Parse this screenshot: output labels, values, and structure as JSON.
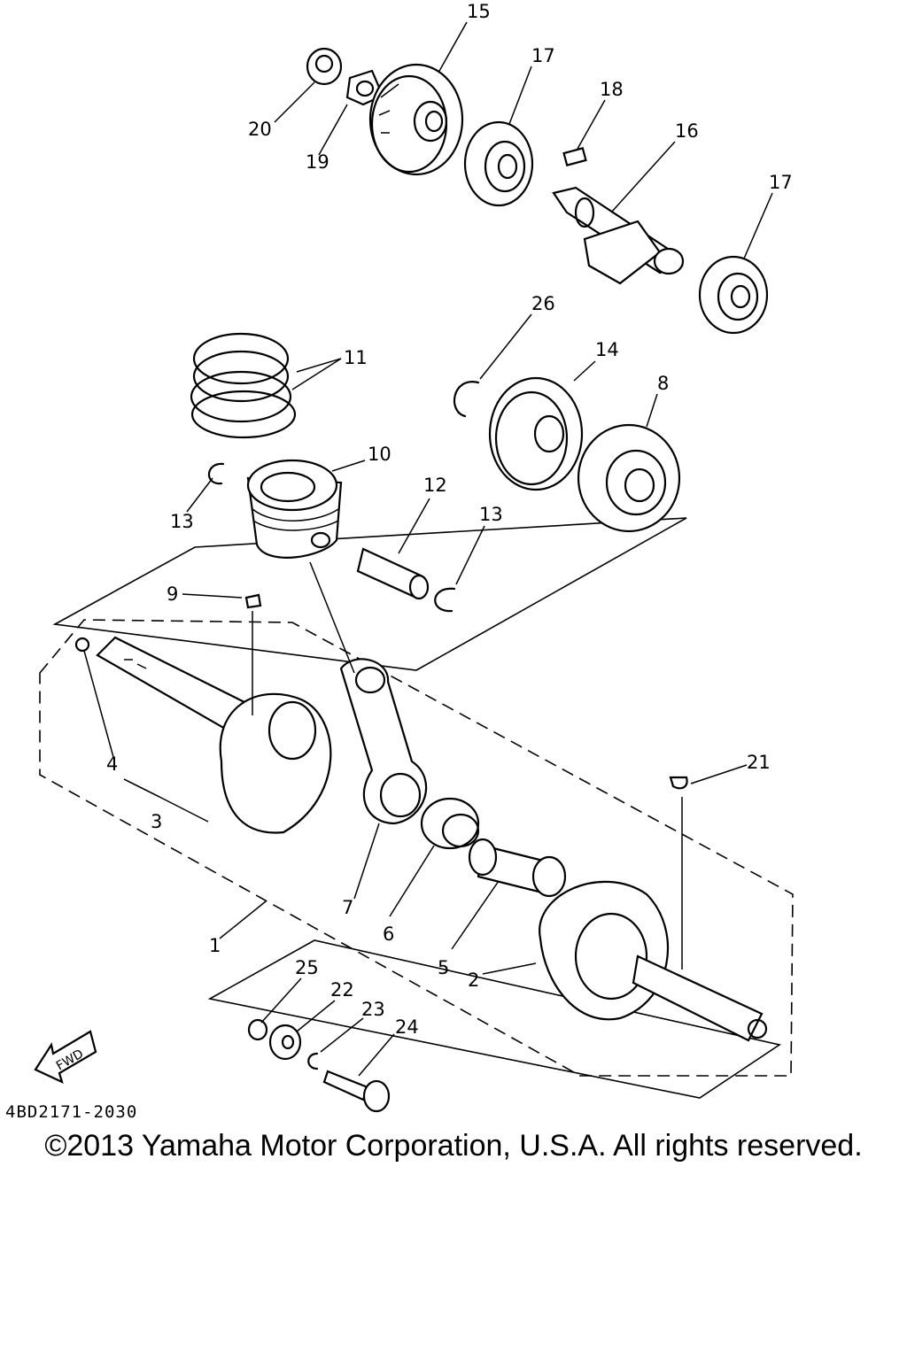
{
  "diagram_code": "4BD2171-2030",
  "copyright": "©2013 Yamaha Motor Corporation, U.S.A. All rights reserved.",
  "fwd_label": "FWD",
  "callouts": {
    "c1": "1",
    "c2": "2",
    "c3": "3",
    "c4": "4",
    "c5": "5",
    "c6": "6",
    "c7": "7",
    "c8": "8",
    "c9": "9",
    "c10": "10",
    "c11": "11",
    "c12": "12",
    "c13a": "13",
    "c13b": "13",
    "c14": "14",
    "c15": "15",
    "c16": "16",
    "c17a": "17",
    "c17b": "17",
    "c18": "18",
    "c19": "19",
    "c20": "20",
    "c21": "21",
    "c22": "22",
    "c23": "23",
    "c24": "24",
    "c25": "25",
    "c26": "26"
  }
}
